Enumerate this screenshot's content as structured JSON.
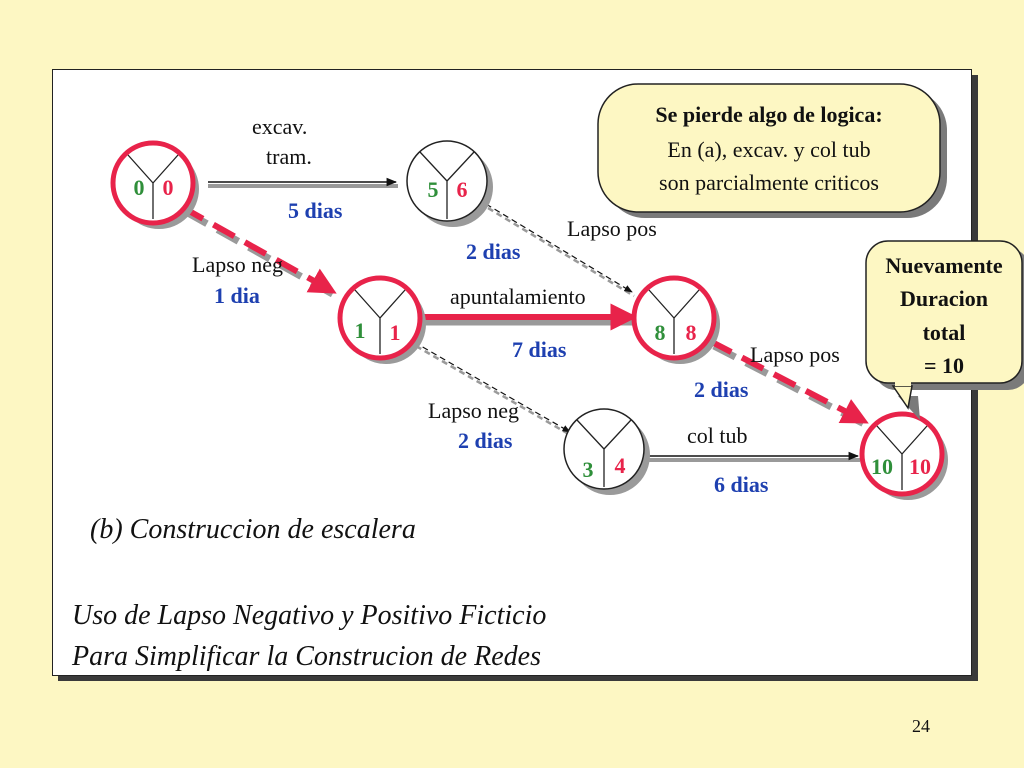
{
  "nodes": [
    {
      "id": "n0",
      "left": "0",
      "right": "0",
      "critical": true
    },
    {
      "id": "n5",
      "left": "5",
      "right": "6",
      "critical": false
    },
    {
      "id": "n1",
      "left": "1",
      "right": "1",
      "critical": true
    },
    {
      "id": "n8",
      "left": "8",
      "right": "8",
      "critical": true
    },
    {
      "id": "n3",
      "left": "3",
      "right": "4",
      "critical": false
    },
    {
      "id": "n10",
      "left": "10",
      "right": "10",
      "critical": true
    }
  ],
  "activities": {
    "excav_tram": {
      "name_line1": "excav.",
      "name_line2": "tram.",
      "duration": "5 dias"
    },
    "lapso_pos_top": {
      "name": "Lapso pos",
      "duration": "2 dias"
    },
    "lapso_neg_1": {
      "name": "Lapso neg",
      "duration": "1 dia"
    },
    "apuntalamiento": {
      "name": "apuntalamiento",
      "duration": "7 dias"
    },
    "lapso_pos_right": {
      "name": "Lapso pos",
      "duration": "2 dias"
    },
    "lapso_neg_2": {
      "name": "Lapso neg",
      "duration": "2 dias"
    },
    "col_tub": {
      "name": "col tub",
      "duration": "6 dias"
    }
  },
  "callout_logic": {
    "line1": "Se pierde algo de logica:",
    "line2": "En (a), excav. y col tub",
    "line3": "son parcialmente criticos"
  },
  "callout_duration": {
    "line1": "Nuevamente",
    "line2": "Duracion",
    "line3": "total",
    "line4": "= 10"
  },
  "caption_b": "(b) Construccion de escalera",
  "footer_title": {
    "line1": "Uso de Lapso Negativo y Positivo Ficticio",
    "line2": "Para Simplificar la Construcion de Redes"
  },
  "page_number": "24",
  "colors": {
    "critical": "#e8234a",
    "early": "#2f8f3a",
    "late": "#e8234a",
    "duration": "#1e40b0",
    "background": "#fdf7c3"
  }
}
